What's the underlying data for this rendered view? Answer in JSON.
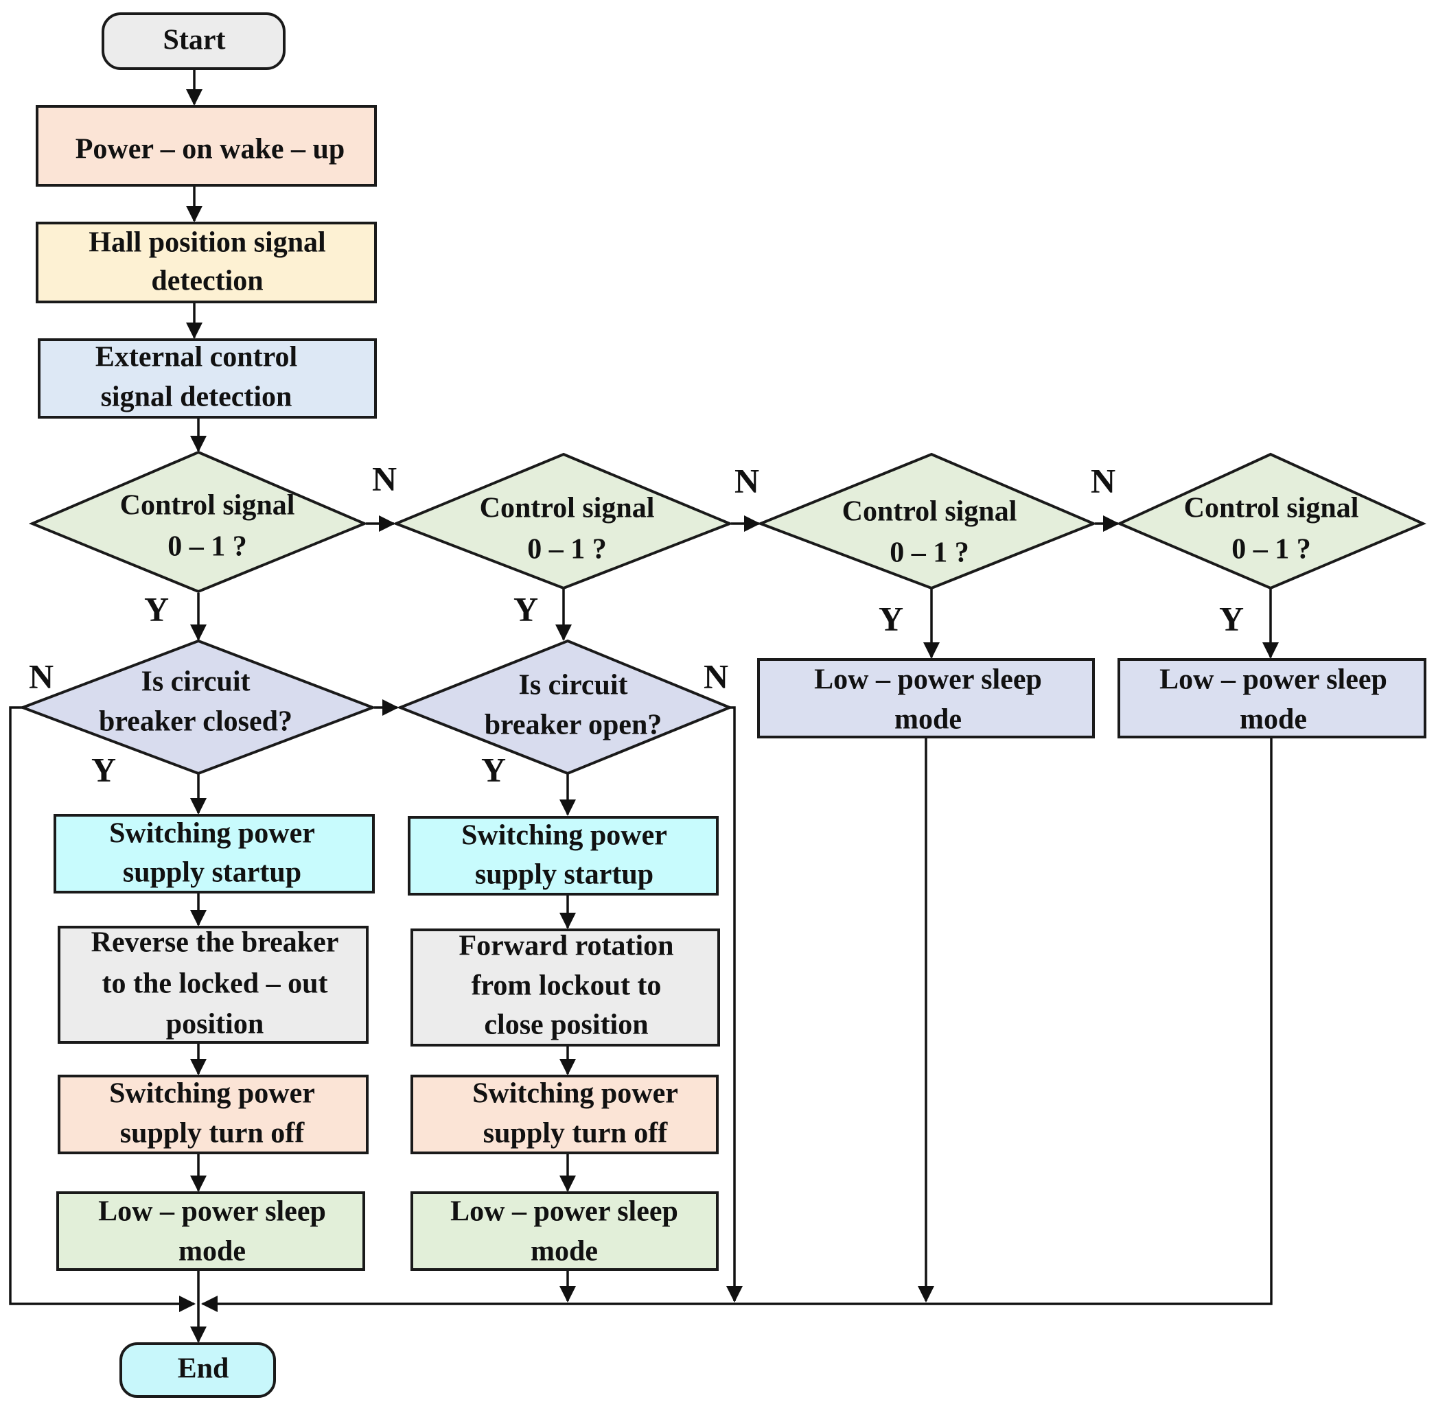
{
  "nodes": {
    "start": "Start",
    "wake": "Power – on wake – up",
    "hall": [
      "Hall position signal",
      "detection"
    ],
    "ext": [
      "External control",
      "signal detection"
    ],
    "d1": [
      "Control signal",
      "0 – 1 ?"
    ],
    "d2": [
      "Control signal",
      "0 – 1 ?"
    ],
    "d3": [
      "Control signal",
      "0 – 1 ?"
    ],
    "d4": [
      "Control signal",
      "0 – 1 ?"
    ],
    "cb_closed": [
      "Is circuit",
      "breaker closed?"
    ],
    "cb_open": [
      "Is circuit",
      "breaker open?"
    ],
    "sw_start_l": [
      "Switching power",
      "supply startup"
    ],
    "sw_start_r": [
      "Switching power",
      "supply startup"
    ],
    "reverse": [
      "Reverse the breaker",
      "to the locked – out",
      "position"
    ],
    "forward": [
      "Forward rotation",
      "from lockout to",
      "close position"
    ],
    "sw_off_l": [
      "Switching power",
      "supply turn off"
    ],
    "sw_off_r": [
      "Switching power",
      "supply turn off"
    ],
    "sleep_l": [
      "Low – power sleep",
      "mode"
    ],
    "sleep_r": [
      "Low – power sleep",
      "mode"
    ],
    "sleep_3": [
      "Low – power sleep",
      "mode"
    ],
    "sleep_4": [
      "Low – power sleep",
      "mode"
    ],
    "end": "End"
  },
  "edge_labels": {
    "n": "N",
    "y": "Y"
  },
  "colors": {
    "start_end_fill": "#ececec",
    "end_fill": "#c8f7fb",
    "peach": "#fbe4d6",
    "cream": "#fdf1d3",
    "light_blue": "#dde8f5",
    "decision_green": "#e4eedb",
    "decision_lavender": "#d8dcee",
    "cyan": "#c8fbfd",
    "gray": "#ececec",
    "green": "#e2efd9",
    "lavender": "#dadff0"
  }
}
